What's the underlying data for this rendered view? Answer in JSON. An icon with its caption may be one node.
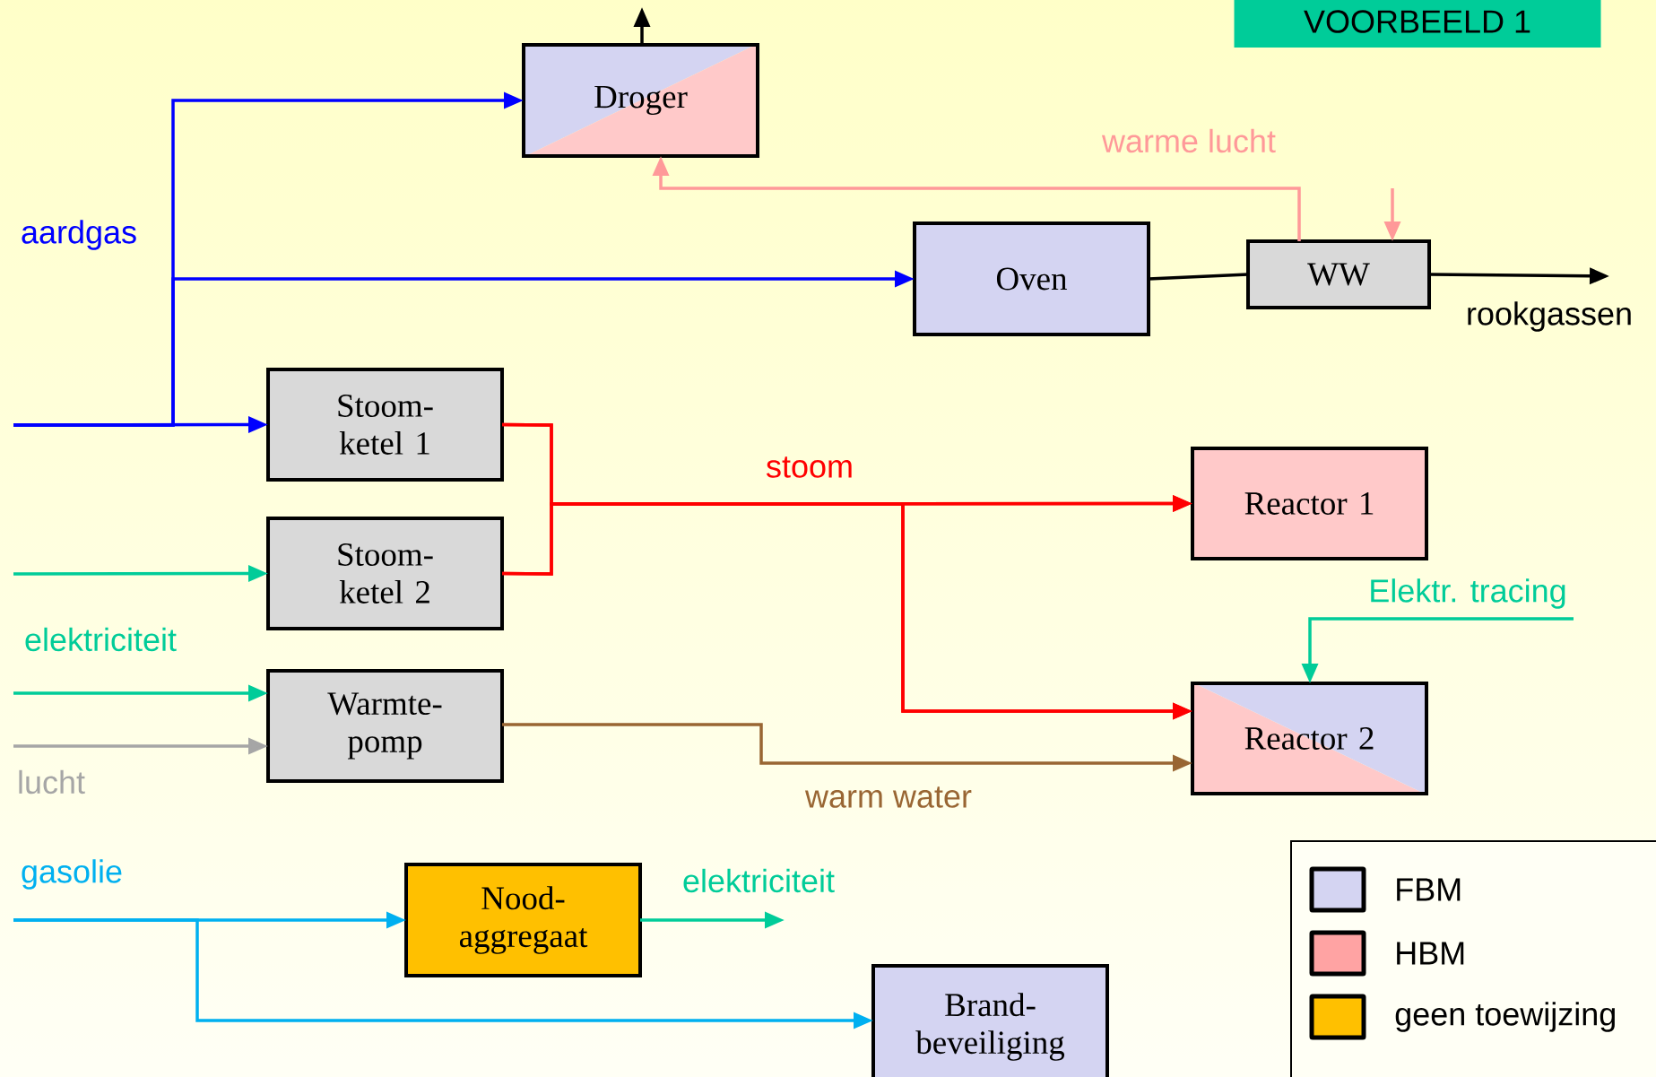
{
  "diagram": {
    "title": "VOORBEELD 1",
    "nodes": [
      {
        "text": [
          "Droger"
        ]
      },
      {
        "text": [
          "Oven"
        ]
      },
      {
        "text": [
          "WW"
        ]
      },
      {
        "text": [
          "Stoom- ketel 1"
        ]
      },
      {
        "text": [
          "Stoom- ketel 2"
        ]
      },
      {
        "text": [
          "Warmte- pomp"
        ]
      },
      {
        "text": [
          "Reactor 1"
        ]
      },
      {
        "text": [
          "Reactor 2"
        ]
      },
      {
        "text": [
          "Nood- aggregaat"
        ]
      },
      {
        "text": [
          "Brand- beveiliging"
        ]
      }
    ],
    "edges": [
      {
        "from": null,
        "to": 0,
        "arrow": "to",
        "color": "#0000ff"
      },
      {
        "from": null,
        "to": 1,
        "arrow": "to",
        "color": "#0000ff"
      },
      {
        "from": null,
        "to": 3,
        "arrow": "to",
        "color": "#0000ff"
      },
      {
        "from": null,
        "to": 4,
        "arrow": "to",
        "color": "#00cc99"
      },
      {
        "from": null,
        "to": 5,
        "arrow": "to",
        "color": "#00cc99"
      },
      {
        "from": null,
        "to": 5,
        "arrow": "to",
        "color": "#a6a6a6",
        "label": "lucht"
      },
      {
        "from": 3,
        "to": 6,
        "arrow": "to",
        "color": "#ff0000"
      },
      {
        "from": 3,
        "to": 7,
        "arrow": "to",
        "color": "#ff0000"
      },
      {
        "from": 4,
        "to": 6,
        "arrow": "to",
        "color": "#ff0000"
      },
      {
        "from": 4,
        "to": 7,
        "arrow": "to",
        "color": "#ff0000"
      },
      {
        "from": 5,
        "to": 7,
        "arrow": "to",
        "color": "#996633",
        "label": "warm water"
      },
      {
        "from": 1,
        "to": 2,
        "arrow": "none",
        "color": "#000000"
      },
      {
        "from": 2,
        "to": null,
        "arrow": "to",
        "color": "#000000",
        "label": "rookgassen"
      },
      {
        "from": 2,
        "to": 0,
        "arrow": "to",
        "color": "#ff9999",
        "label": "warme lucht"
      },
      {
        "from": null,
        "to": 2,
        "arrow": "to",
        "color": "#ff9999"
      },
      {
        "from": 0,
        "to": null,
        "arrow": "to",
        "color": "#000000"
      },
      {
        "from": null,
        "to": 7,
        "arrow": "to",
        "color": "#00cc99",
        "label": "Elektr. tracing"
      },
      {
        "from": null,
        "to": 8,
        "arrow": "to",
        "color": "#00b0f0"
      },
      {
        "from": null,
        "to": 9,
        "arrow": "to",
        "color": "#00b0f0"
      },
      {
        "from": 8,
        "to": null,
        "arrow": "to",
        "color": "#00cc99",
        "label": "elektriciteit"
      }
    ],
    "labels": [
      "aardgas",
      "elektriciteit",
      "gasolie",
      "stoom"
    ],
    "legend": [
      {
        "text": "FBM",
        "color": "#d4d4f2"
      },
      {
        "text": "HBM",
        "color": "#ffa3a3"
      },
      {
        "text": "geen toewijzing",
        "color": "#ffc000"
      }
    ]
  }
}
